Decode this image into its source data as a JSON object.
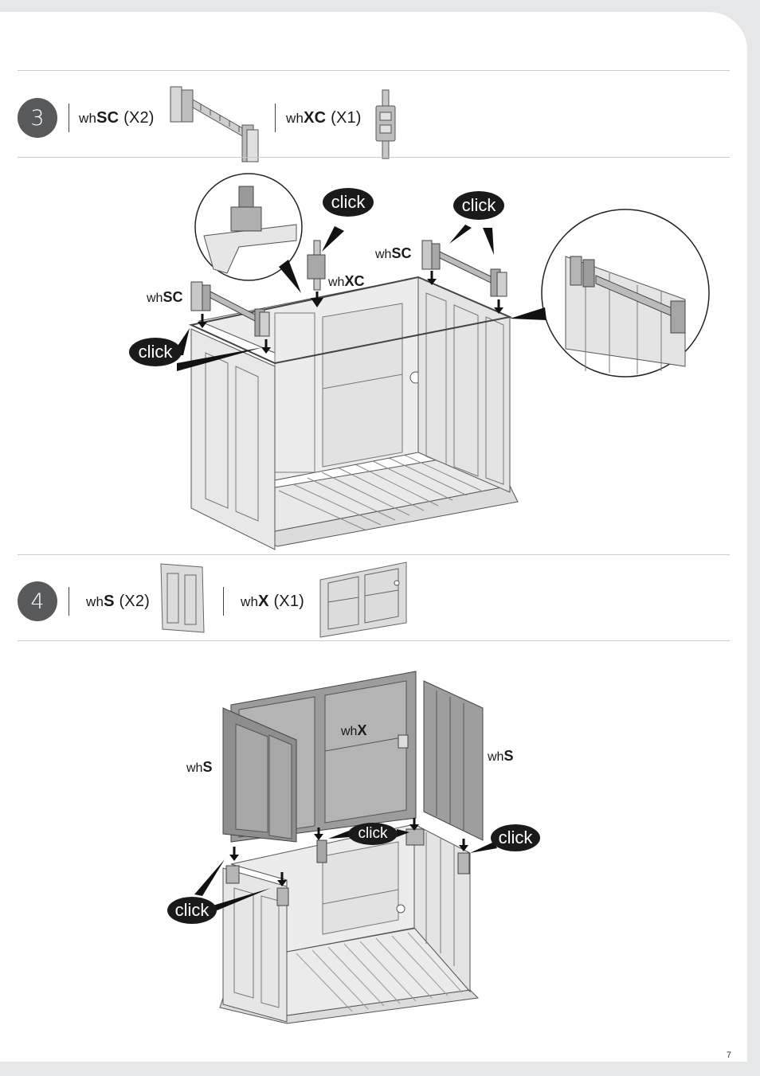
{
  "step3": {
    "number": "3",
    "parts": [
      {
        "prefix": "wh",
        "code": "SC",
        "qty": " (X2)"
      },
      {
        "prefix": "wh",
        "code": "XC",
        "qty": " (X1)"
      }
    ],
    "labels": {
      "sc_left": {
        "prefix": "wh",
        "code": "SC"
      },
      "sc_right": {
        "prefix": "wh",
        "code": "SC"
      },
      "xc": {
        "prefix": "wh",
        "code": "XC"
      }
    },
    "clicks": [
      "click",
      "click",
      "click"
    ]
  },
  "step4": {
    "number": "4",
    "parts": [
      {
        "prefix": "wh",
        "code": "S",
        "qty": " (X2)"
      },
      {
        "prefix": "wh",
        "code": "X",
        "qty": " (X1)"
      }
    ],
    "labels": {
      "s_left": {
        "prefix": "wh",
        "code": "S"
      },
      "s_right": {
        "prefix": "wh",
        "code": "S"
      },
      "x": {
        "prefix": "wh",
        "code": "X"
      }
    },
    "clicks": [
      "click",
      "click",
      "click"
    ]
  },
  "page_number": "7"
}
